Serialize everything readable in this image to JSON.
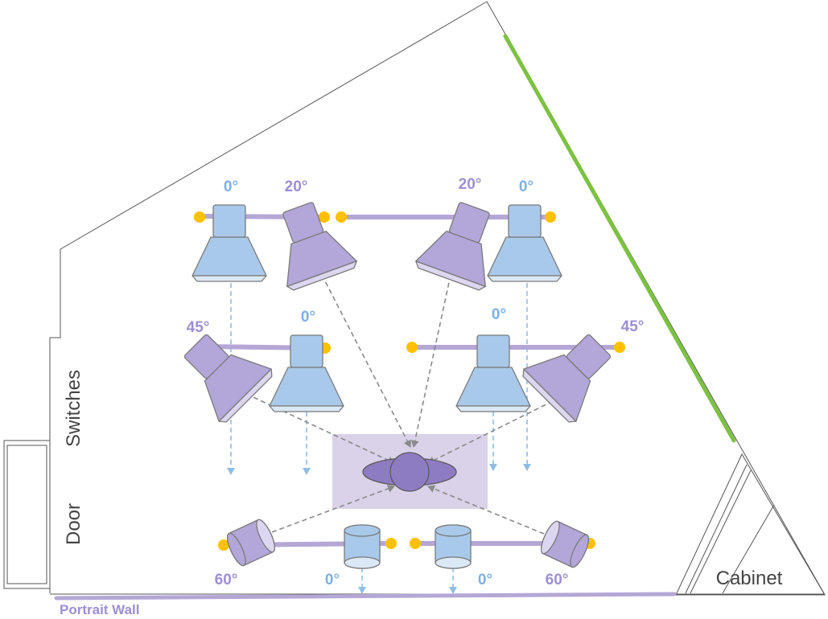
{
  "colors": {
    "blue_light": "#a9c9ea",
    "blue_lens": "#dbe8f6",
    "purple_light": "#b3a6d9",
    "purple_lens": "#ddd6f0",
    "rod": "#b4a7d6",
    "mount_dot": "#ffc000",
    "subject": "#8e7cc3",
    "subject_zone": "#d9d2e9",
    "green_wall": "#7cc242",
    "blue_label": "#7fb0df",
    "purple_label": "#9d8fd1",
    "arrow_blue": "#8fbde6",
    "arrow_gray": "#8a8a8a"
  },
  "icons": {
    "large_light": "flood-light-icon",
    "small_light": "cylinder-light-icon",
    "mount": "mount-dot-icon",
    "subject": "subject-icon"
  },
  "angle_labels": {
    "top_row": [
      "0°",
      "20°",
      "20°",
      "0°"
    ],
    "middle_row": [
      "45°",
      "0°",
      "0°",
      "45°"
    ],
    "bottom_row": [
      "60°",
      "0°",
      "0°",
      "60°"
    ]
  },
  "room_labels": {
    "switches": "Switches",
    "door": "Door",
    "cabinet": "Cabinet",
    "portrait_wall": "Portrait Wall"
  }
}
